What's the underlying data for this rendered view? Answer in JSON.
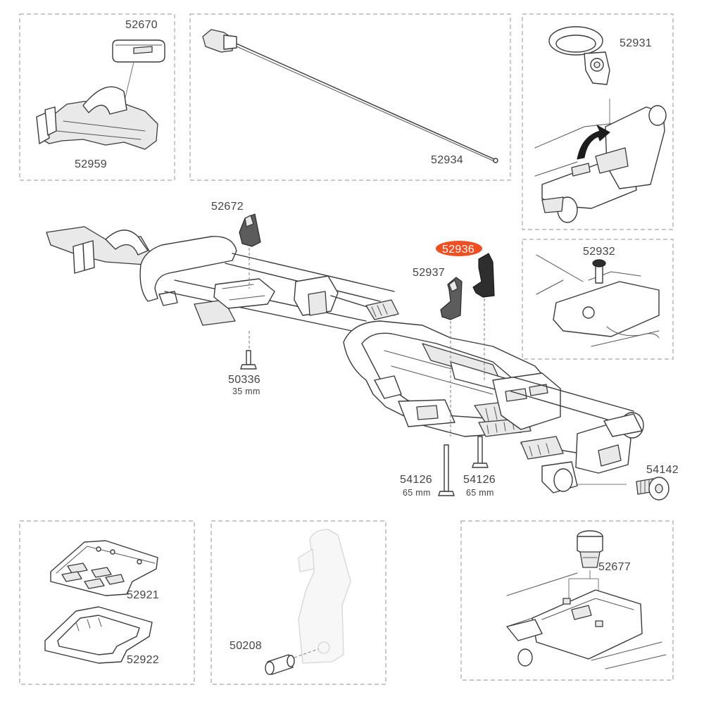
{
  "parts": {
    "p52670": "52670",
    "p52959": "52959",
    "p52934": "52934",
    "p52931": "52931",
    "p52932": "52932",
    "p52672": "52672",
    "p52936": "52936",
    "p52937": "52937",
    "p50336": "50336",
    "p54126a": "54126",
    "p54126b": "54126",
    "p54142": "54142",
    "p52921": "52921",
    "p52922": "52922",
    "p50208": "50208",
    "p52677": "52677"
  },
  "dimensions": {
    "d50336": "35 mm",
    "d54126a": "65 mm",
    "d54126b": "65 mm"
  },
  "colors": {
    "highlight": "#f04e23",
    "line": "#3a3a3a",
    "box": "#a8a8a8"
  }
}
